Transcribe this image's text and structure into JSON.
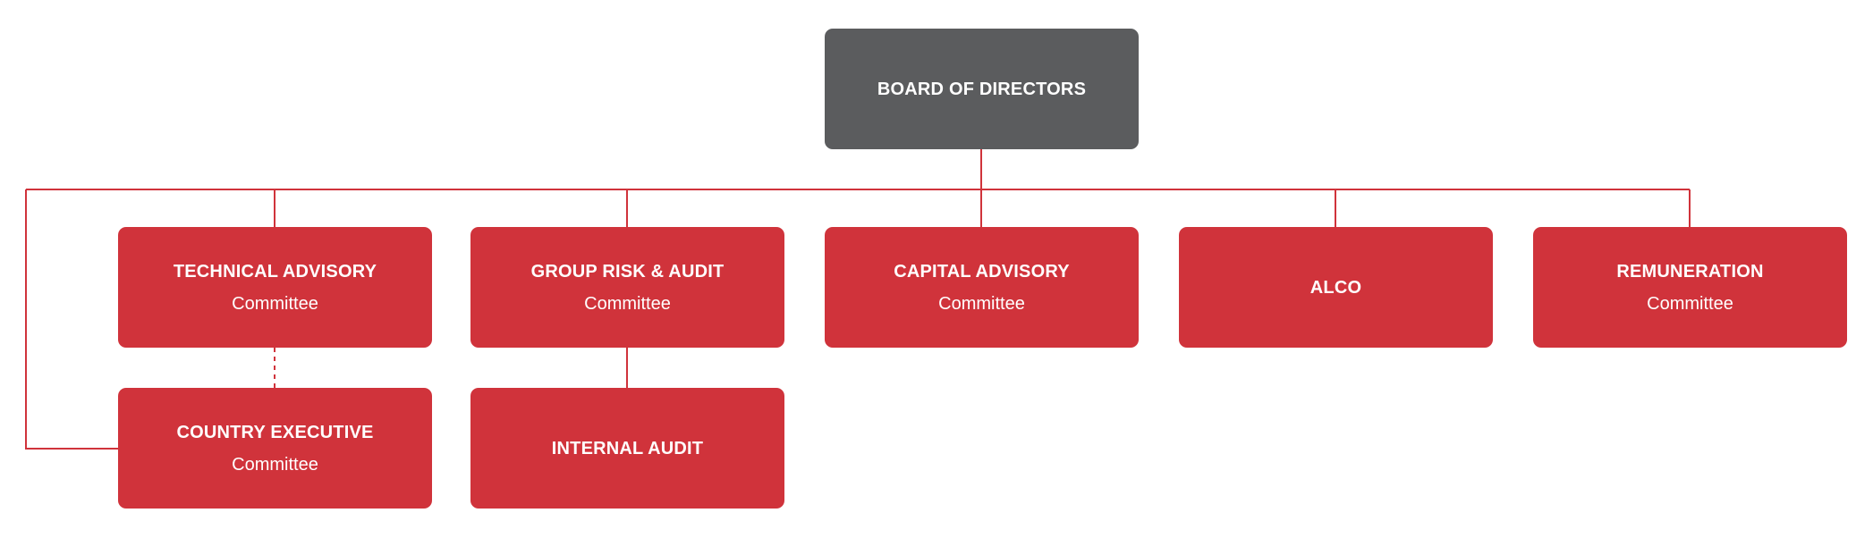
{
  "colors": {
    "board": "#5b5c5e",
    "committee": "#d0333b",
    "connector": "#d0333b",
    "text": "#ffffff"
  },
  "nodes": {
    "board": {
      "title": "BOARD OF DIRECTORS",
      "subtitle": ""
    },
    "technical_advisory": {
      "title": "TECHNICAL ADVISORY",
      "subtitle": "Committee"
    },
    "group_risk_audit": {
      "title": "GROUP RISK & AUDIT",
      "subtitle": "Committee"
    },
    "capital_advisory": {
      "title": "CAPITAL ADVISORY",
      "subtitle": "Committee"
    },
    "alco": {
      "title": "ALCO",
      "subtitle": ""
    },
    "remuneration": {
      "title": "REMUNERATION",
      "subtitle": "Committee"
    },
    "country_executive": {
      "title": "COUNTRY EXECUTIVE",
      "subtitle": "Committee"
    },
    "internal_audit": {
      "title": "INTERNAL AUDIT",
      "subtitle": ""
    }
  },
  "links": [
    {
      "from": "board",
      "to": "technical_advisory",
      "style": "solid"
    },
    {
      "from": "board",
      "to": "group_risk_audit",
      "style": "solid"
    },
    {
      "from": "board",
      "to": "capital_advisory",
      "style": "solid"
    },
    {
      "from": "board",
      "to": "alco",
      "style": "solid"
    },
    {
      "from": "board",
      "to": "remuneration",
      "style": "solid"
    },
    {
      "from": "board",
      "to": "country_executive",
      "style": "solid"
    },
    {
      "from": "technical_advisory",
      "to": "country_executive",
      "style": "dashed"
    },
    {
      "from": "group_risk_audit",
      "to": "internal_audit",
      "style": "solid"
    }
  ]
}
